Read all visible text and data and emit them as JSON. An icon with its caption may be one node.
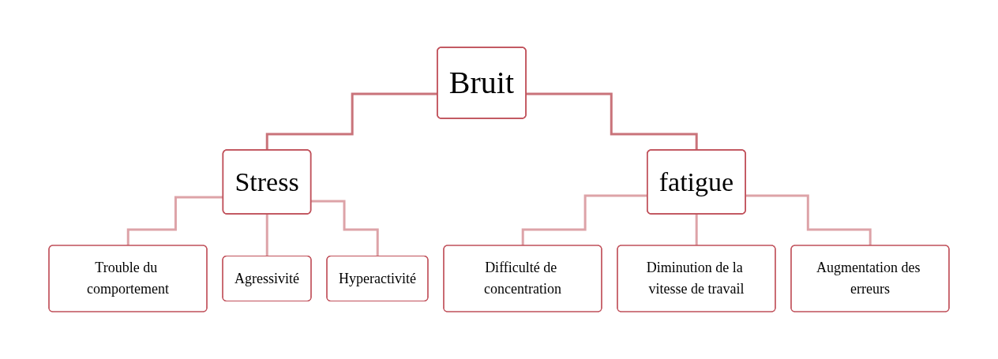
{
  "diagram": {
    "nodes": [
      {
        "text": [
          "Bruit"
        ]
      },
      {
        "text": [
          "Stress"
        ]
      },
      {
        "text": [
          "fatigue"
        ]
      },
      {
        "text": [
          "Trouble du comportement"
        ]
      },
      {
        "text": [
          "Agressivité"
        ]
      },
      {
        "text": [
          "Hyperactivité"
        ]
      },
      {
        "text": [
          "Difficulté de concentration"
        ]
      },
      {
        "text": [
          "Diminution de la vitesse de travail"
        ]
      },
      {
        "text": [
          "Augmentation des erreurs"
        ]
      }
    ],
    "edges": [
      {
        "from": 0,
        "to": 1,
        "arrow": "none",
        "color": "#c9737a"
      },
      {
        "from": 0,
        "to": 2,
        "arrow": "none",
        "color": "#c9737a"
      },
      {
        "from": 1,
        "to": 3,
        "arrow": "none"
      },
      {
        "from": 1,
        "to": 4,
        "arrow": "none"
      },
      {
        "from": 1,
        "to": 5,
        "arrow": "none"
      },
      {
        "from": 2,
        "to": 6,
        "arrow": "none"
      },
      {
        "from": 2,
        "to": 7,
        "arrow": "none"
      },
      {
        "from": 2,
        "to": 8,
        "arrow": "none"
      }
    ]
  }
}
